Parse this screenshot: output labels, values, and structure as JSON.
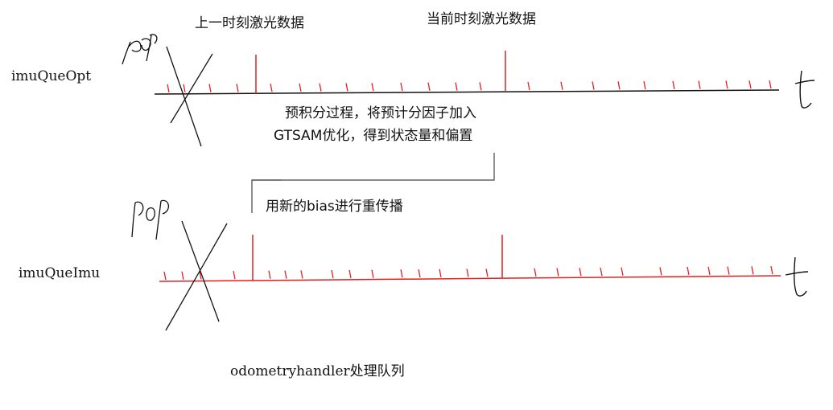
{
  "labels": {
    "prev_laser": "上一时刻激光数据",
    "curr_laser": "当前时刻激光数据",
    "queue_opt": "imuQueOpt",
    "queue_imu": "imuQueImu",
    "preint_line1": "预积分过程，将预计分因子加入",
    "preint_line2": "GTSAM优化，得到状态量和偏置",
    "repropagate": "用新的bias进行重传播",
    "handler": "odometryhandler处理队列",
    "pop_top": "pop",
    "pop_bottom": "pop",
    "t_top": "t",
    "t_bottom": "t"
  },
  "colors": {
    "tick": "#e02020",
    "axis_top": "#111111",
    "axis_bottom": "#e02020",
    "ink": "#111111",
    "bracket": "#444444"
  }
}
